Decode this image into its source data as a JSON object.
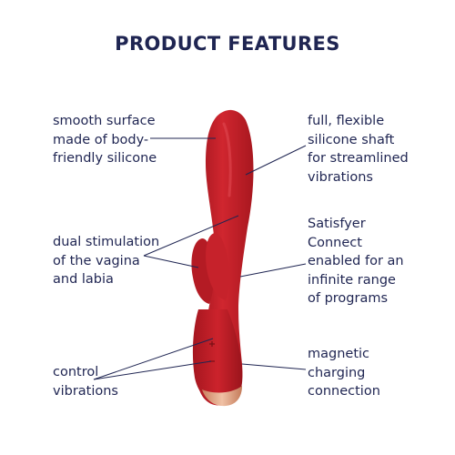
{
  "title": "PRODUCT FEATURES",
  "features": {
    "smooth": [
      "smooth surface",
      "made of body-",
      "friendly silicone"
    ],
    "dual": [
      "dual stimulation",
      "of the vagina",
      "and labia"
    ],
    "control": [
      "control",
      "vibrations"
    ],
    "flexible": [
      "full, flexible",
      "silicone shaft",
      "for streamlined",
      "vibrations"
    ],
    "connect": [
      "Satisfyer",
      "Connect",
      "enabled for an",
      "infinite range",
      "of programs"
    ],
    "magnetic": [
      "magnetic",
      "charging",
      "connection"
    ]
  },
  "colors": {
    "text": "#1f2552",
    "product_red": "#c8202b",
    "product_dark": "#8e141c",
    "charging_cap": "#e3a788"
  }
}
